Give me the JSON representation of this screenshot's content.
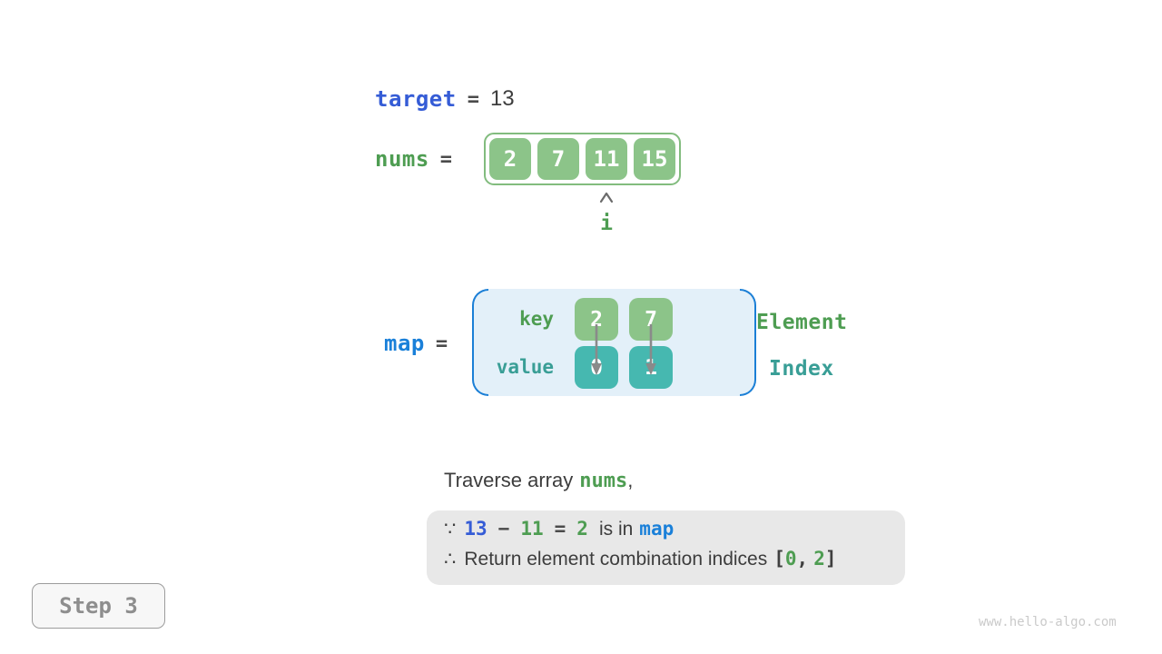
{
  "variables": {
    "target": {
      "name": "target",
      "equals": "=",
      "value": "13"
    },
    "nums": {
      "name": "nums",
      "equals": "=",
      "values": [
        "2",
        "7",
        "11",
        "15"
      ],
      "pointer_label": "i",
      "pointer_index": 2
    },
    "map": {
      "name": "map",
      "equals": "=",
      "key_label": "key",
      "value_label": "value",
      "entries": [
        {
          "key": "2",
          "value": "0"
        },
        {
          "key": "7",
          "value": "1"
        }
      ],
      "key_legend": "Element",
      "value_legend": "Index"
    }
  },
  "caption": {
    "intro_prefix": "Traverse array",
    "intro_code": "nums",
    "intro_suffix": ",",
    "because_symbol": "∵",
    "therefore_symbol": "∴",
    "equation": {
      "minuend": "13",
      "minus": "−",
      "subtrahend": "11",
      "equals": "=",
      "difference": "2",
      "suffix_text": "is in",
      "map_code": "map"
    },
    "result": {
      "prefix": "Return element combination indices",
      "bracket_open": "[",
      "index_a": "0",
      "comma": ",",
      "index_b": "2",
      "bracket_close": "]"
    }
  },
  "step": {
    "label": "Step 3"
  },
  "watermark": "www.hello-algo.com",
  "colors": {
    "royal_blue": "#355CD6",
    "azure_blue": "#1A80D9",
    "green_text": "#4E9D52",
    "green_box": "#8CC489",
    "teal_box": "#46B8B0",
    "teal_text": "#399E96",
    "map_fill": "#E3F0F9",
    "map_bracket": "#1B7FD6",
    "result_box": "#E8E8E8",
    "arrow_gray": "#8A8A8A"
  }
}
